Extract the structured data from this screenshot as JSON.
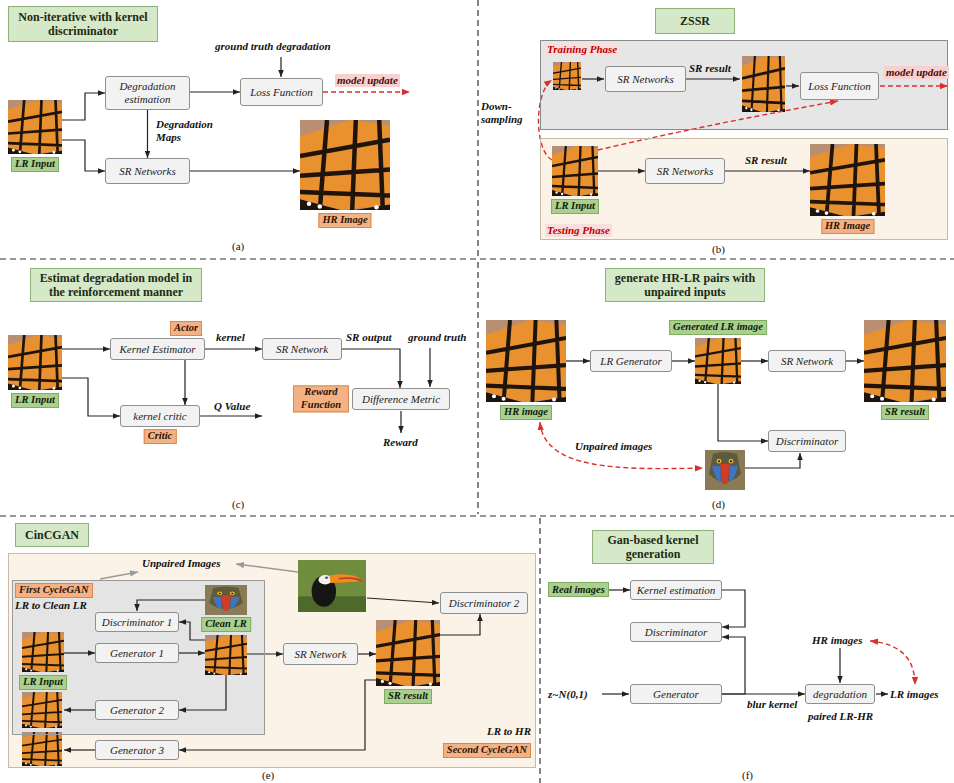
{
  "diagram": {
    "nodes": [
      {
        "text": [
          "Non-iterative with kernel discriminator"
        ]
      },
      {
        "text": [
          "LR Input"
        ]
      },
      {
        "text": [
          "Degradation estimation"
        ]
      },
      {
        "text": [
          "Loss Function"
        ]
      },
      {
        "text": [
          "SR Networks"
        ]
      },
      {
        "text": [
          "HR Image"
        ]
      },
      {
        "text": [
          "ZSSR"
        ]
      },
      {
        "text": [
          "Training Phase"
        ]
      },
      {
        "text": [
          "SR Networks"
        ],
        "in": 7
      },
      {
        "text": [
          "Loss Function"
        ],
        "in": 7
      },
      {
        "text": [
          "Testing Phase"
        ]
      },
      {
        "text": [
          "LR Input"
        ],
        "in": 10
      },
      {
        "text": [
          "SR Networks"
        ],
        "in": 10
      },
      {
        "text": [
          "HR Image"
        ],
        "in": 10
      },
      {
        "text": [
          "Estimat degradation model in the reinforcement manner"
        ]
      },
      {
        "text": [
          "LR Input"
        ]
      },
      {
        "text": [
          "Kernel Estimator",
          "Actor"
        ]
      },
      {
        "text": [
          "SR Network"
        ]
      },
      {
        "text": [
          "Difference Metric",
          "Reward Function"
        ]
      },
      {
        "text": [
          "kernel critic",
          "Critic"
        ]
      },
      {
        "text": [
          "generate HR-LR pairs with unpaired inputs"
        ]
      },
      {
        "text": [
          "HR image"
        ]
      },
      {
        "text": [
          "LR Generator"
        ]
      },
      {
        "text": [
          "Generated LR image"
        ]
      },
      {
        "text": [
          "SR Network"
        ]
      },
      {
        "text": [
          "SR result"
        ]
      },
      {
        "text": [
          "Discriminator"
        ]
      },
      {
        "text": [
          "CinCGAN"
        ]
      },
      {
        "text": [
          "LR to HR",
          "Second CycleGAN"
        ]
      },
      {
        "text": [
          "First CycleGAN",
          "LR to Clean LR"
        ],
        "in": 28
      },
      {
        "text": [
          "Discriminator 1"
        ],
        "in": 29
      },
      {
        "text": [
          "Clean LR"
        ],
        "in": 29
      },
      {
        "text": [
          "LR Input"
        ],
        "in": 29
      },
      {
        "text": [
          "Generator 1"
        ],
        "in": 29
      },
      {
        "text": [
          "Generator 2"
        ],
        "in": 29
      },
      {
        "text": [
          "SR Network"
        ],
        "in": 28
      },
      {
        "text": [
          "Discriminator 2"
        ],
        "in": 28
      },
      {
        "text": [
          "SR result"
        ],
        "in": 28
      },
      {
        "text": [
          "Generator 3"
        ],
        "in": 28
      },
      {
        "text": [
          "Gan-based kernel generation"
        ]
      },
      {
        "text": [
          "Real images"
        ]
      },
      {
        "text": [
          "Kernel estimation"
        ]
      },
      {
        "text": [
          "Discriminator"
        ]
      },
      {
        "text": [
          "Generator"
        ]
      },
      {
        "text": [
          "degradation"
        ]
      }
    ],
    "edges": [
      {
        "from": 1,
        "to": 2,
        "arrow": "to"
      },
      {
        "from": 1,
        "to": 4,
        "arrow": "to"
      },
      {
        "from": 2,
        "to": 3,
        "arrow": "to"
      },
      {
        "from": 2,
        "to": 4,
        "label": "Degradation Maps",
        "arrow": "to"
      },
      {
        "from": 4,
        "to": 5,
        "arrow": "to"
      },
      {
        "from": 11,
        "to": 12,
        "arrow": "to"
      },
      {
        "from": 12,
        "to": 13,
        "label": "SR result",
        "arrow": "to"
      },
      {
        "from": 15,
        "to": 16,
        "arrow": "to"
      },
      {
        "from": 15,
        "to": 19,
        "arrow": "to"
      },
      {
        "from": 16,
        "to": 17,
        "label": "kernel",
        "arrow": "to"
      },
      {
        "from": 16,
        "to": 19,
        "arrow": "to"
      },
      {
        "from": 17,
        "to": 18,
        "label": "SR output",
        "arrow": "to"
      },
      {
        "from": 21,
        "to": 22,
        "arrow": "to"
      },
      {
        "from": 22,
        "to": 23,
        "arrow": "to"
      },
      {
        "from": 23,
        "to": 24,
        "arrow": "to"
      },
      {
        "from": 24,
        "to": 25,
        "arrow": "to"
      },
      {
        "from": 23,
        "to": 26,
        "arrow": "to"
      },
      {
        "from": 32,
        "to": 33,
        "arrow": "to"
      },
      {
        "from": 33,
        "to": 31,
        "arrow": "to"
      },
      {
        "from": 31,
        "to": 30,
        "arrow": "to"
      },
      {
        "from": 31,
        "to": 34,
        "arrow": "to"
      },
      {
        "from": 31,
        "to": 35,
        "arrow": "to"
      },
      {
        "from": 35,
        "to": 37,
        "arrow": "to"
      },
      {
        "from": 37,
        "to": 36,
        "arrow": "to"
      },
      {
        "from": 37,
        "to": 38,
        "arrow": "to"
      },
      {
        "from": 40,
        "to": 41,
        "arrow": "to"
      },
      {
        "from": 41,
        "to": 42,
        "arrow": "to"
      },
      {
        "from": 43,
        "to": 42,
        "arrow": "to"
      },
      {
        "from": 43,
        "to": 44,
        "label": "blur kernel",
        "arrow": "to"
      }
    ],
    "labels": [
      "ground truth degradation",
      "model update",
      "(a)",
      "SR result",
      "model update",
      "Down-sampling",
      "(b)",
      "Q Value",
      "ground truth",
      "Reward",
      "(c)",
      "Unpaired images",
      "(d)",
      "Unpaired Images",
      "(e)",
      "z~N(0,1)",
      "HR images",
      "paired LR-HR",
      "LR images",
      "(f)"
    ]
  }
}
